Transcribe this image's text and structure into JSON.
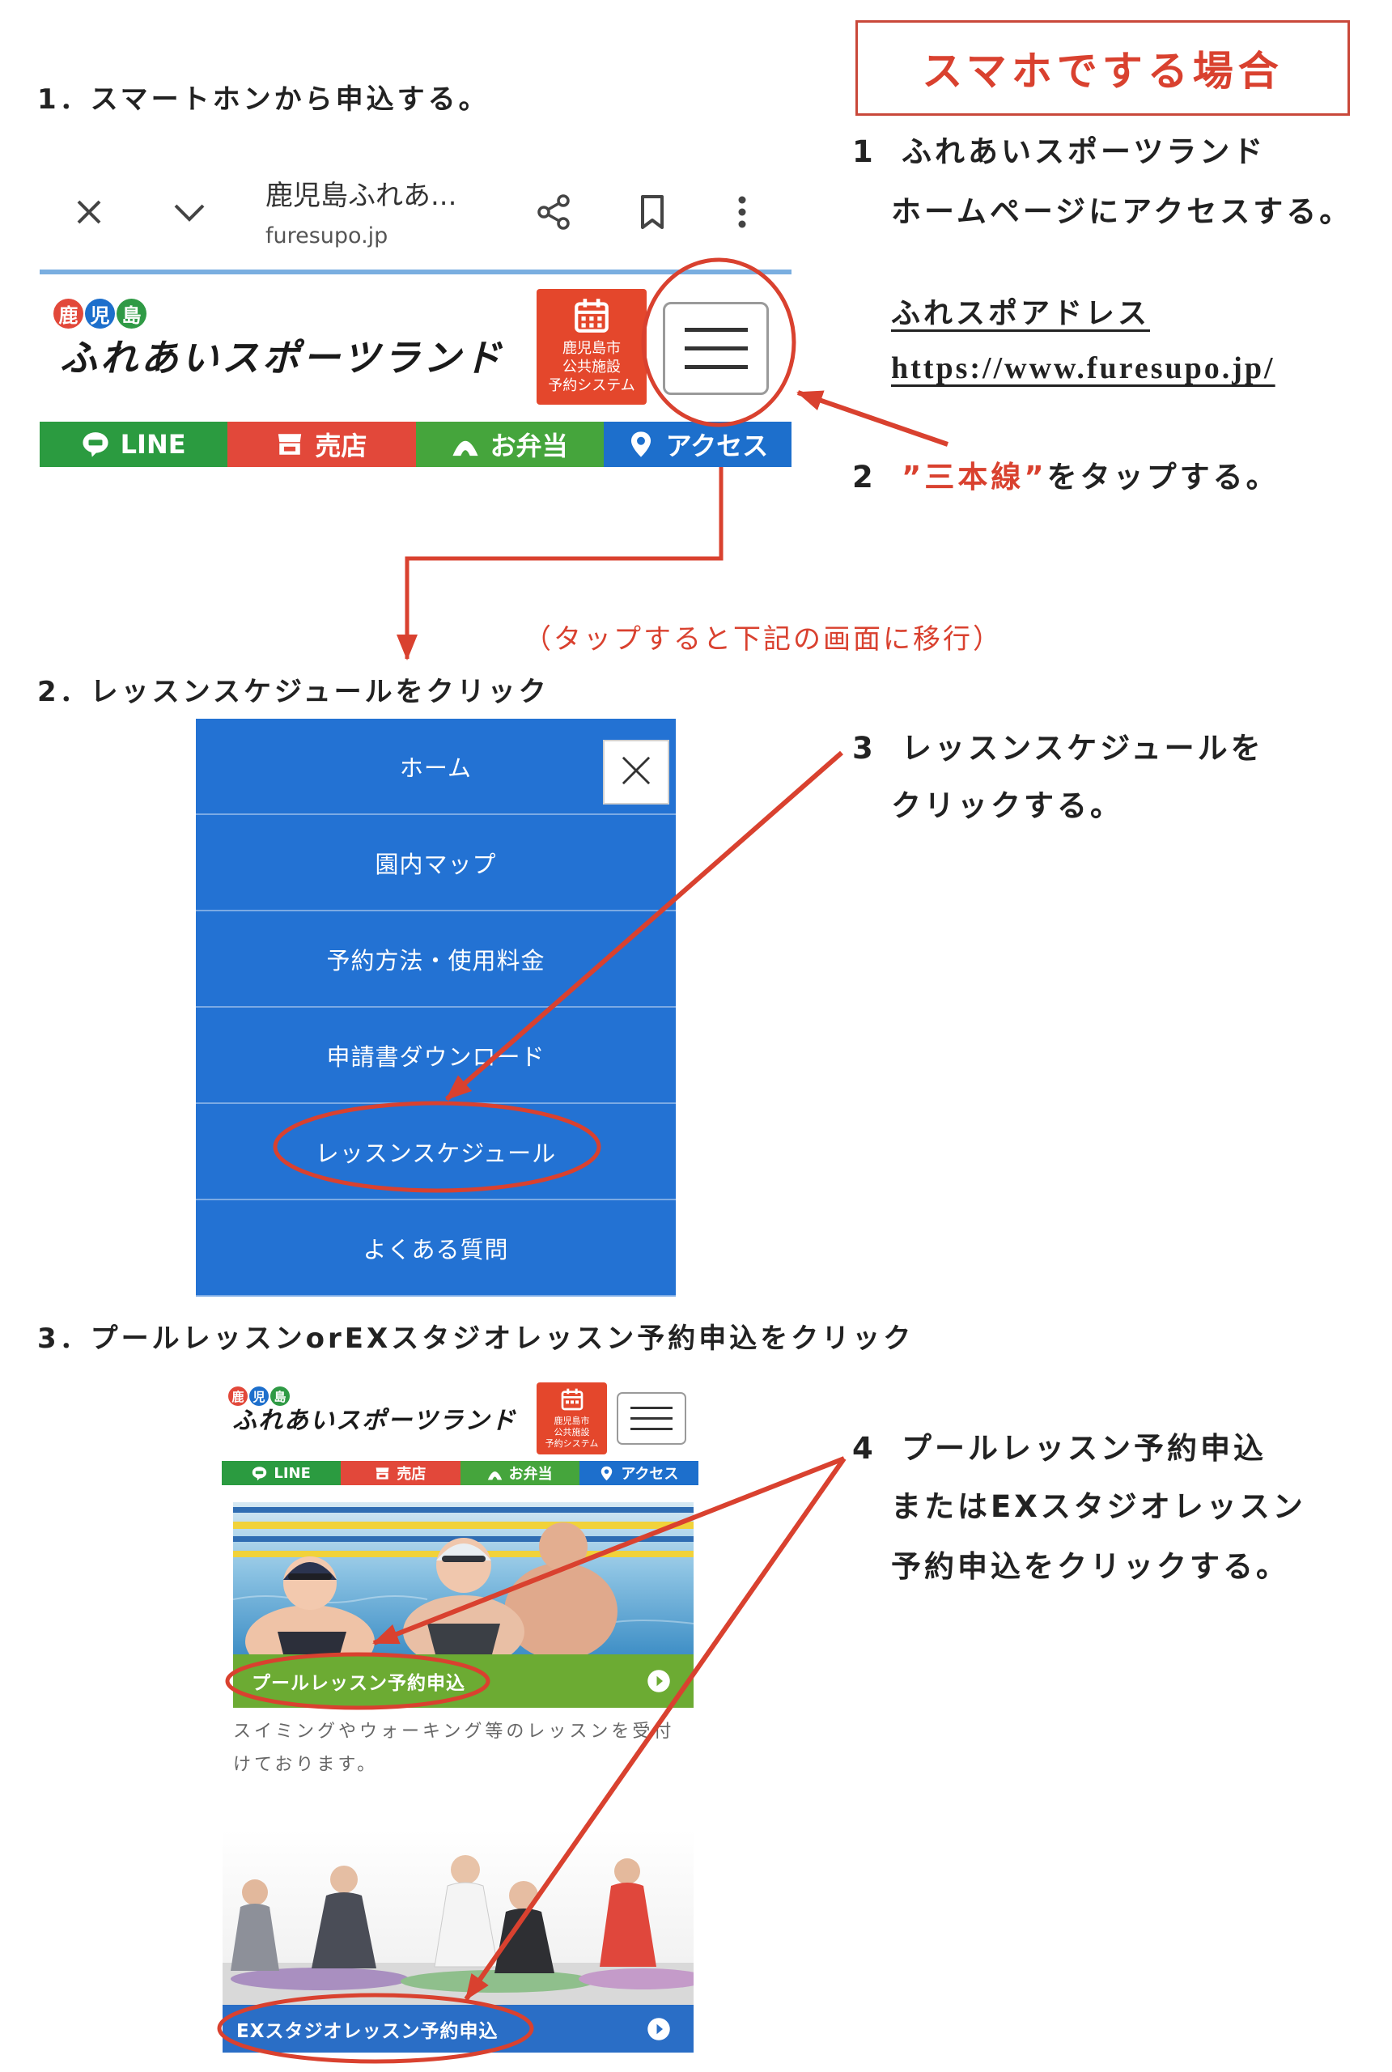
{
  "heading": {
    "label": "スマホでする場合"
  },
  "colors": {
    "accent_red": "#d9412f",
    "menu_blue": "#2372d3",
    "line_green": "#2b9b40",
    "shop_red": "#e2483a",
    "bento_green": "#45a53c",
    "access_blue": "#1d6fcc",
    "pool_green": "#6cab33",
    "studio_blue": "#2a6ec6",
    "reservation_red": "#e4472c"
  },
  "step1": {
    "title": "1．スマートホンから申込する。"
  },
  "browser": {
    "title": "鹿児島ふれあ...",
    "url": "furesupo.jp",
    "icons": [
      "close-icon",
      "chevron-down-icon",
      "share-icon",
      "bookmark-icon",
      "more-vert-icon"
    ]
  },
  "site": {
    "logo_badges": [
      "鹿",
      "児",
      "島"
    ],
    "logo_text": "ふれあいスポーツランド",
    "reservation_lines": [
      "鹿児島市",
      "公共施設",
      "予約システム"
    ],
    "nav": [
      {
        "label": "LINE",
        "icon": "line-icon"
      },
      {
        "label": "売店",
        "icon": "shop-icon"
      },
      {
        "label": "お弁当",
        "icon": "bento-icon"
      },
      {
        "label": "アクセス",
        "icon": "map-pin-icon"
      }
    ]
  },
  "instructions": {
    "step1": {
      "number": "1",
      "line1": "ふれあいスポーツランド",
      "line2": "ホームページにアクセスする。",
      "address_label": "ふれスポアドレス",
      "address_url": "https://www.furesupo.jp/"
    },
    "step2": {
      "number": "2",
      "highlight": "”三本線”",
      "rest": "をタップする。"
    },
    "step3": {
      "number": "3",
      "line1": "レッスンスケジュールを",
      "line2": "クリックする。"
    },
    "step4": {
      "number": "4",
      "line1": "プールレッスン予約申込",
      "line2": "またはEXスタジオレッスン",
      "line3": "予約申込をクリックする。"
    }
  },
  "transition_note": "（タップすると下記の画面に移行）",
  "step2": {
    "title": "2．レッスンスケジュールをクリック"
  },
  "menu": {
    "items": [
      "ホーム",
      "園内マップ",
      "予約方法・使用料金",
      "申請書ダウンロード",
      "レッスンスケジュール",
      "よくある質問"
    ]
  },
  "step3": {
    "title": "3．プールレッスンorEXスタジオレッスン予約申込をクリック"
  },
  "mini_site": {
    "pool_button": "プールレッスン予約申込",
    "pool_description": [
      "スイミングやウォーキング等のレッスンを受付",
      "けております。"
    ],
    "studio_button": "EXスタジオレッスン予約申込"
  }
}
